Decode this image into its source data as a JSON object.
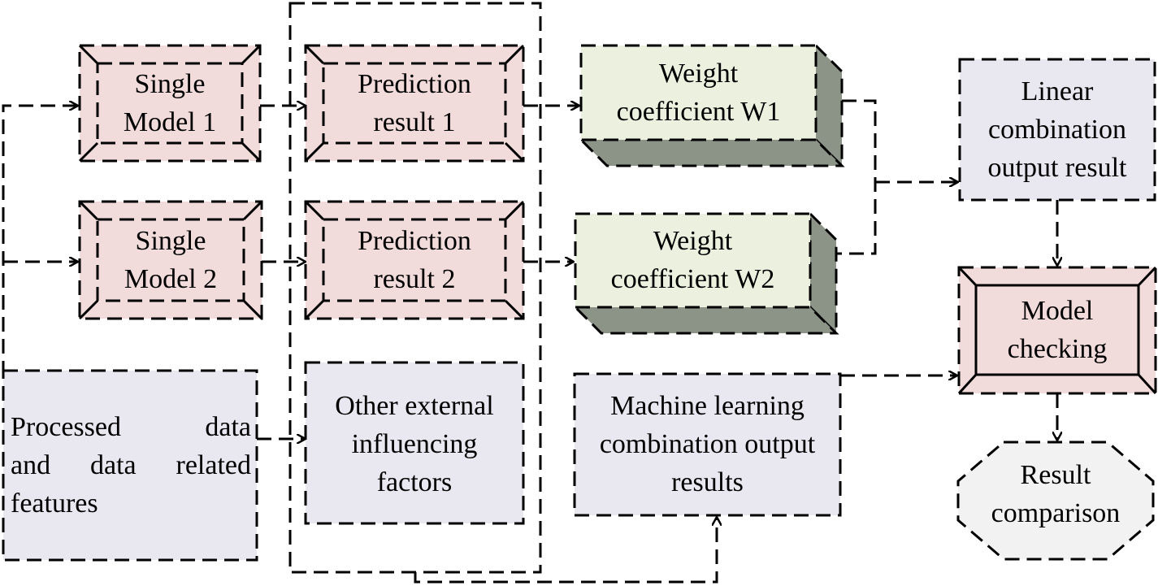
{
  "colors": {
    "model_fill": "#f2dcdb",
    "weight_fill": "#ebf1de",
    "side_fill": "#8c9488",
    "info_fill": "#e9e7f0",
    "octagon_fill": "#f2f2f2",
    "stroke": "#000000"
  },
  "nodes": {
    "single_model_1": [
      "Single",
      "Model 1"
    ],
    "single_model_2": [
      "Single",
      "Model 2"
    ],
    "prediction_result_1": [
      "Prediction",
      "result 1"
    ],
    "prediction_result_2": [
      "Prediction",
      "result 2"
    ],
    "weight_w1": [
      "Weight",
      "coefficient W1"
    ],
    "weight_w2": [
      "Weight",
      "coefficient W2"
    ],
    "processed_data": [
      "Processed data",
      "and data related",
      "features"
    ],
    "other_factors": [
      "Other external",
      "influencing",
      "factors"
    ],
    "ml_combination": [
      "Machine learning",
      "combination output",
      "results"
    ],
    "linear_combination": [
      "Linear",
      "combination",
      "output result"
    ],
    "model_checking": [
      "Model",
      "checking"
    ],
    "result_comparison": [
      "Result",
      "comparison"
    ]
  }
}
